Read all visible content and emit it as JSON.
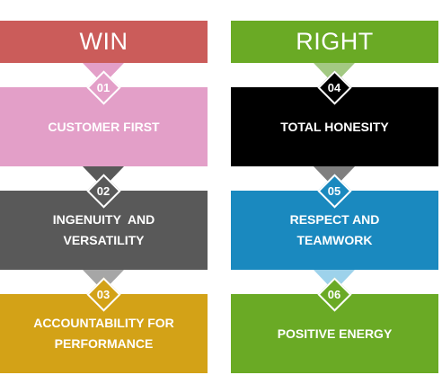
{
  "win": {
    "title": "WIN",
    "header_color": "#cb5c5a",
    "items": [
      {
        "number": "01",
        "lines": [
          "CUSTOMER FIRST"
        ],
        "color": "#e39fc8",
        "arrow_color": "#e39fc8"
      },
      {
        "number": "02",
        "lines": [
          "INGENUITY  AND",
          "VERSATILITY"
        ],
        "color": "#595959",
        "arrow_color": "#595959"
      },
      {
        "number": "03",
        "lines": [
          "ACCOUNTABILITY FOR",
          "PERFORMANCE"
        ],
        "color": "#d3a217",
        "arrow_color": "#a6a6a6"
      }
    ]
  },
  "right": {
    "title": "RIGHT",
    "header_color": "#6aaa25",
    "items": [
      {
        "number": "04",
        "lines": [
          "TOTAL HONESITY"
        ],
        "color": "#000000",
        "arrow_color": "#a3c983"
      },
      {
        "number": "05",
        "lines": [
          "RESPECT AND",
          "TEAMWORK"
        ],
        "color": "#1a89bf",
        "arrow_color": "#7f7f7f"
      },
      {
        "number": "06",
        "lines": [
          "POSITIVE ENERGY"
        ],
        "color": "#6aaa25",
        "arrow_color": "#9dd2eb"
      }
    ]
  }
}
